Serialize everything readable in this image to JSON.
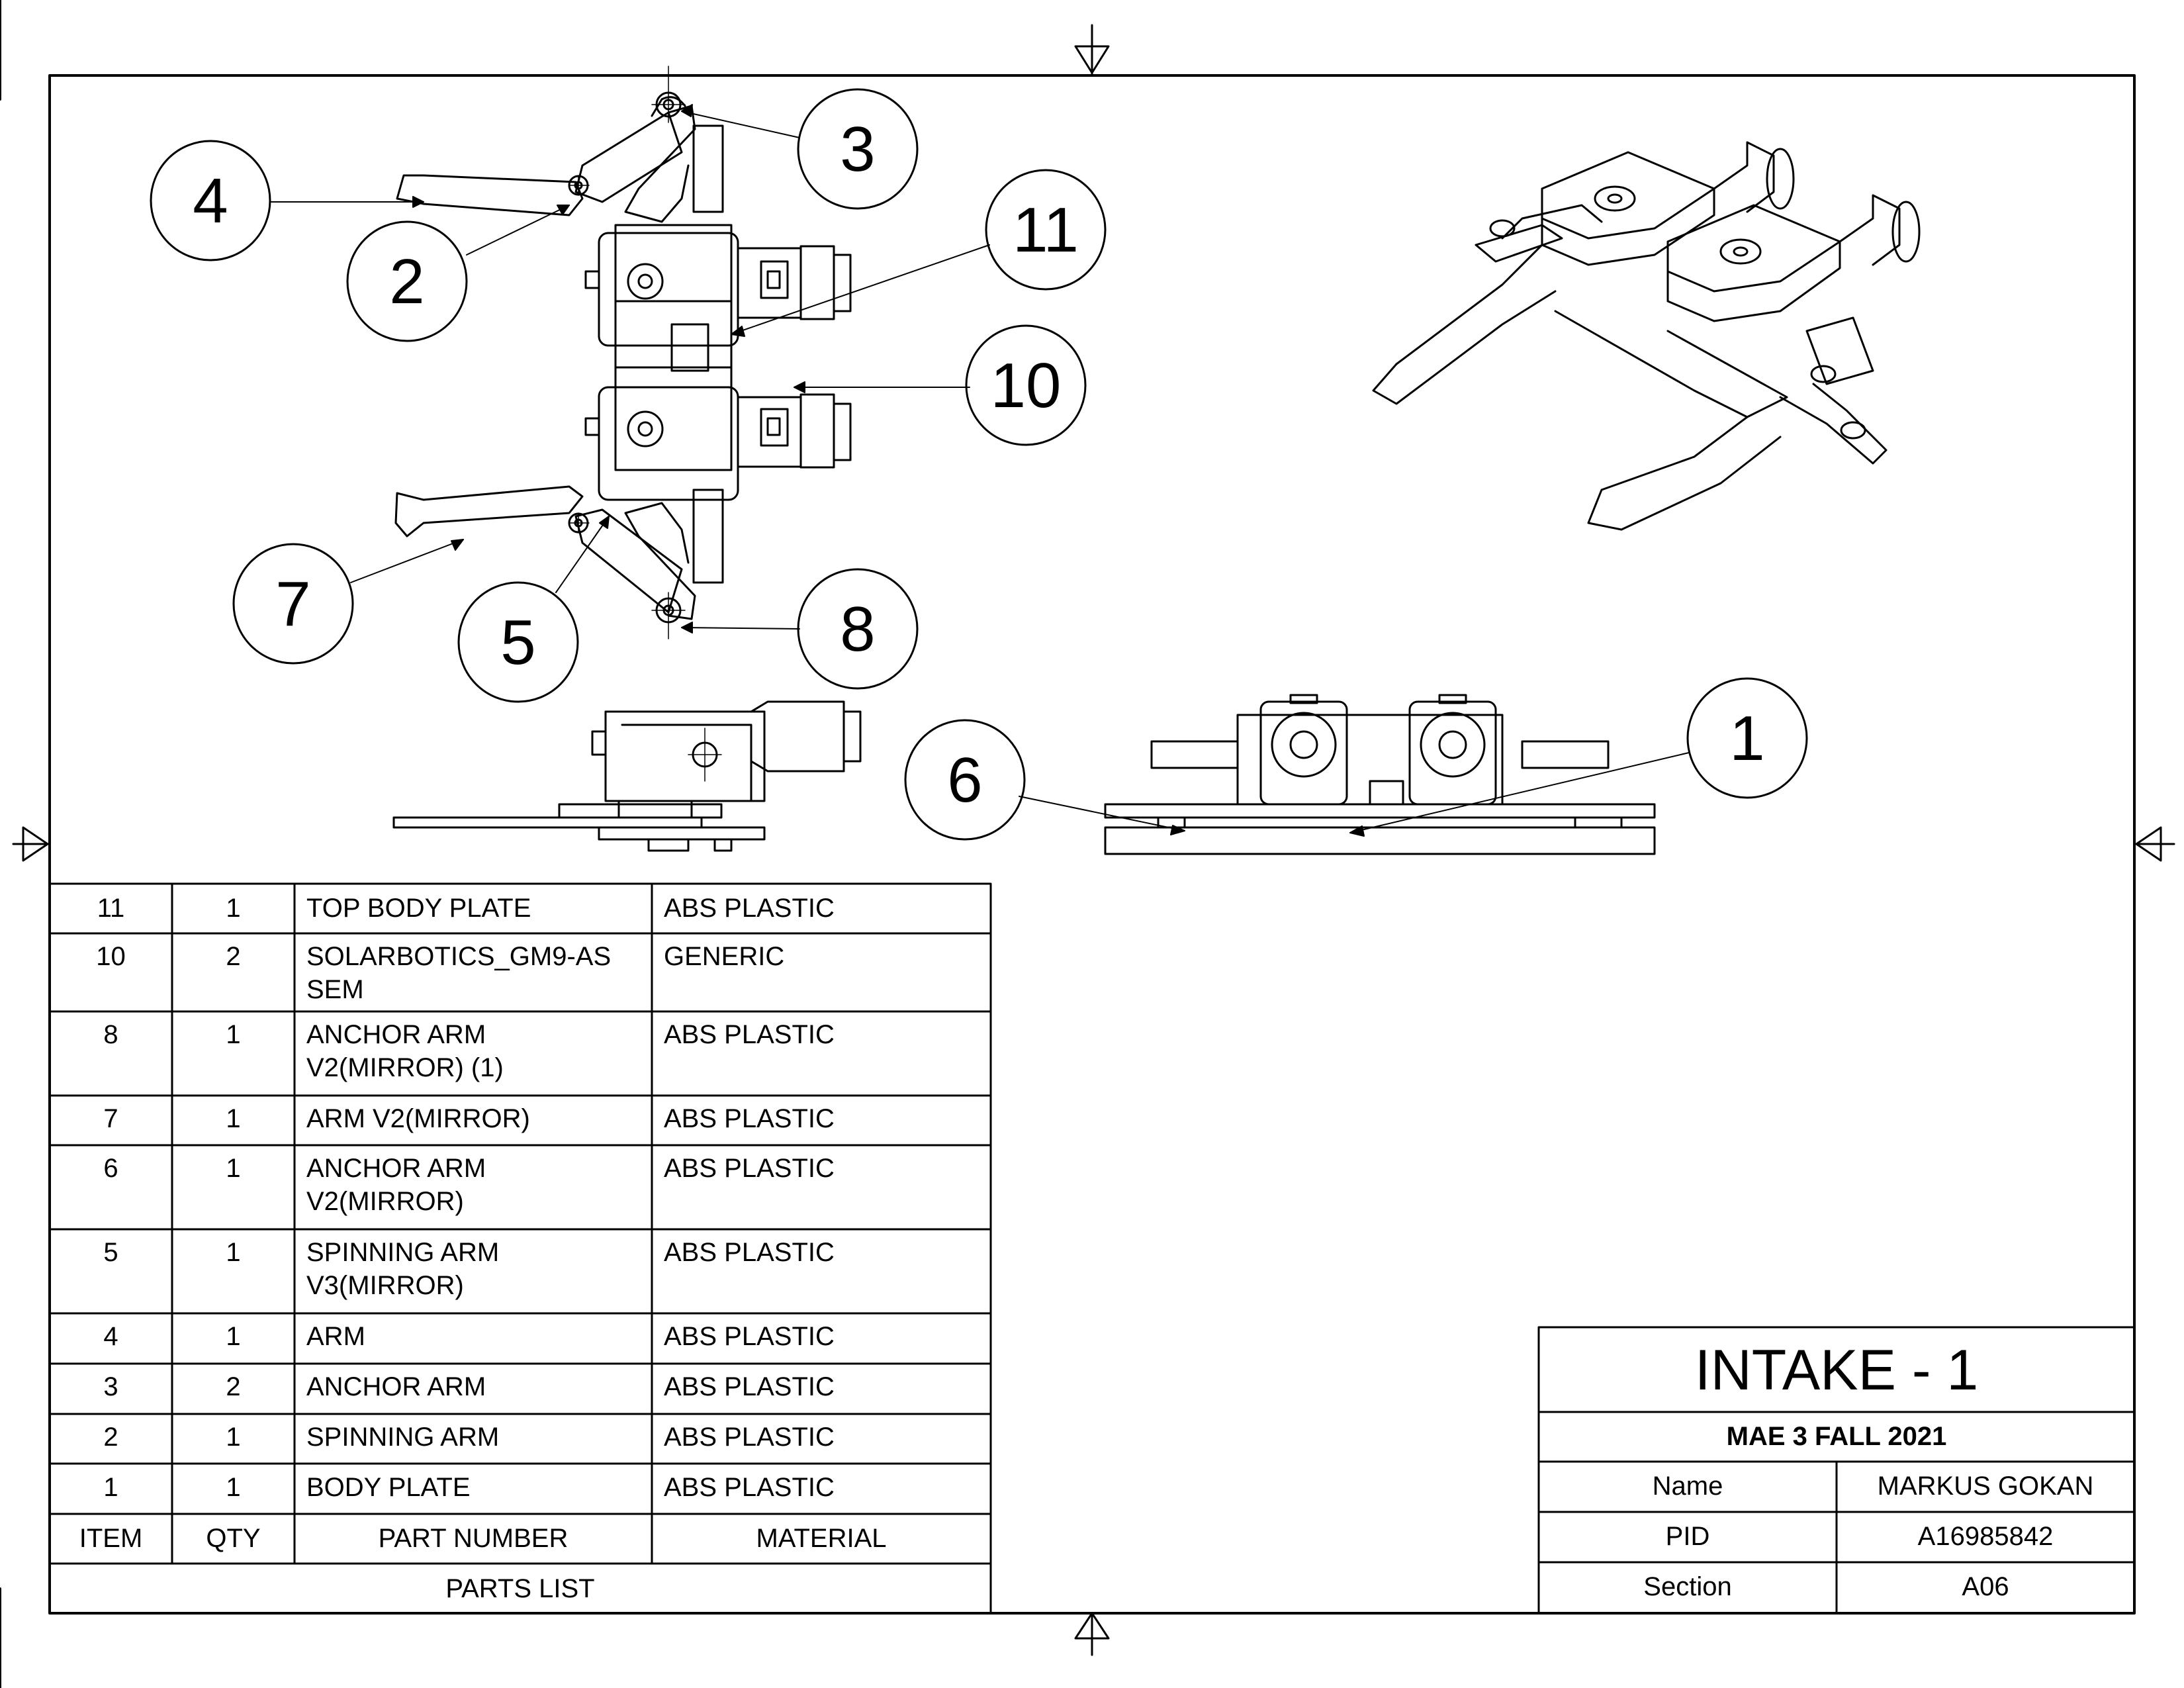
{
  "balloons": [
    {
      "num": "3"
    },
    {
      "num": "4"
    },
    {
      "num": "2"
    },
    {
      "num": "11"
    },
    {
      "num": "10"
    },
    {
      "num": "7"
    },
    {
      "num": "5"
    },
    {
      "num": "8"
    },
    {
      "num": "6"
    },
    {
      "num": "1"
    }
  ],
  "parts_list": {
    "title": "PARTS LIST",
    "headers": {
      "item": "ITEM",
      "qty": "QTY",
      "part_number": "PART NUMBER",
      "material": "MATERIAL"
    },
    "rows": [
      {
        "item": "11",
        "qty": "1",
        "part": "TOP BODY PLATE",
        "material": "ABS PLASTIC"
      },
      {
        "item": "10",
        "qty": "2",
        "part": "SOLARBOTICS_GM9-AS\nSEM",
        "material": "GENERIC"
      },
      {
        "item": "8",
        "qty": "1",
        "part": "ANCHOR ARM\nV2(MIRROR) (1)",
        "material": "ABS PLASTIC"
      },
      {
        "item": "7",
        "qty": "1",
        "part": "ARM V2(MIRROR)",
        "material": "ABS PLASTIC"
      },
      {
        "item": "6",
        "qty": "1",
        "part": "ANCHOR ARM\nV2(MIRROR)",
        "material": "ABS PLASTIC"
      },
      {
        "item": "5",
        "qty": "1",
        "part": "SPINNING ARM\nV3(MIRROR)",
        "material": "ABS PLASTIC"
      },
      {
        "item": "4",
        "qty": "1",
        "part": "ARM",
        "material": "ABS PLASTIC"
      },
      {
        "item": "3",
        "qty": "2",
        "part": "ANCHOR ARM",
        "material": "ABS PLASTIC"
      },
      {
        "item": "2",
        "qty": "1",
        "part": "SPINNING ARM",
        "material": "ABS PLASTIC"
      },
      {
        "item": "1",
        "qty": "1",
        "part": "BODY PLATE",
        "material": "ABS PLASTIC"
      }
    ]
  },
  "title_block": {
    "title": "INTAKE - 1",
    "course": "MAE 3 FALL 2021",
    "name_label": "Name",
    "name_value": "MARKUS GOKAN",
    "pid_label": "PID",
    "pid_value": "A16985842",
    "section_label": "Section",
    "section_value": "A06"
  }
}
